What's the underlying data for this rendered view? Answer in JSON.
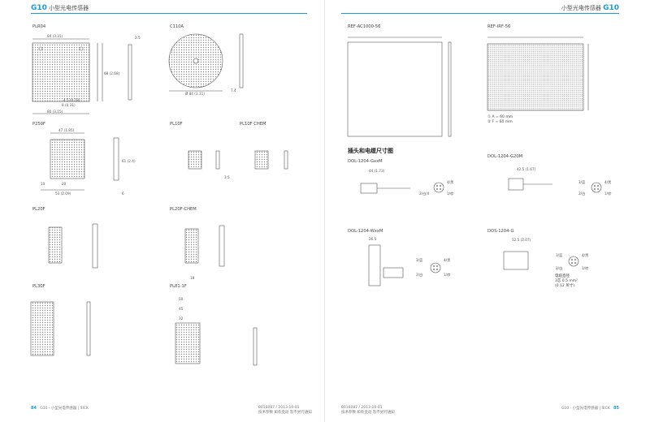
{
  "header": {
    "left_brand": "G10",
    "left_title": "小型光电传感器",
    "right_title": "小型光电传感器",
    "right_brand": "G10"
  },
  "section_title": "插头和电缆尺寸图",
  "models": {
    "plr04": "PLR04",
    "c110a": "C110A",
    "ref_ac1000": "REF-AC1000-56",
    "ref_irf": "REF-IRF-56",
    "p250f": "P250F",
    "pl10f": "PL10F",
    "pl10f_chem": "PL10F CHEM",
    "pl20f": "PL20F",
    "pl20f_chem": "PL20F-CHEM",
    "pl30f": "PL30F",
    "pl81_1f": "PL81-1F",
    "dol_1204_gxxm": "DOL-1204-GxxM",
    "dol_1204_g20m": "DOL-1204-G20M",
    "dol_1204_wxxm": "DOL-1204-WxxM",
    "dos_1204_g": "DOS-1204-G"
  },
  "notes": {
    "irf_a": "① A = 60 mm",
    "irf_b": "② F = 60 mm",
    "cable_dia": "电缆直径",
    "cable_spec": "3芯 0.5 mm²",
    "cable_spec2": "(0.12 英寸)"
  },
  "wires": {
    "w1": "1/棕",
    "w2": "2/白",
    "w3": "3/蓝",
    "w4": "4/黑",
    "w24": "2/白/4"
  },
  "dims": {
    "d84": "84 (3.31)",
    "d2_5": "2.5",
    "d68": "68 (2.68)",
    "d80": "80 (3.15)",
    "d8": "8 (0.31)",
    "d4_5": "4.5 (0.18)",
    "d84b": "Ø 84 (3.31)",
    "d7_4": "7.4",
    "d47": "47 (1.85)",
    "d53": "53 (2.09)",
    "d10": "10",
    "d20": "20",
    "d61": "61 (2.4)",
    "d6": "6",
    "d3_5": "3.5",
    "d18": "18",
    "d44": "44 (1.73)",
    "d26_5": "26.5",
    "d52_5": "52.5 (2.07)",
    "d42": "42.5 (1.67)",
    "d50": "50",
    "d45": "45",
    "d32": "32"
  },
  "footer": {
    "left_page": "84",
    "left_text": "G10 · 小型光电传感器 | SICK",
    "mid_left": "8016087 / 2013-10-01",
    "mid_left2": "技术参数 如有变动 恕不另行通知",
    "mid_right": "8016087 / 2013-10-01",
    "mid_right2": "技术参数 如有变动 恕不另行通知",
    "right_text": "G10 · 小型光电传感器 | SICK",
    "right_page": "85"
  }
}
